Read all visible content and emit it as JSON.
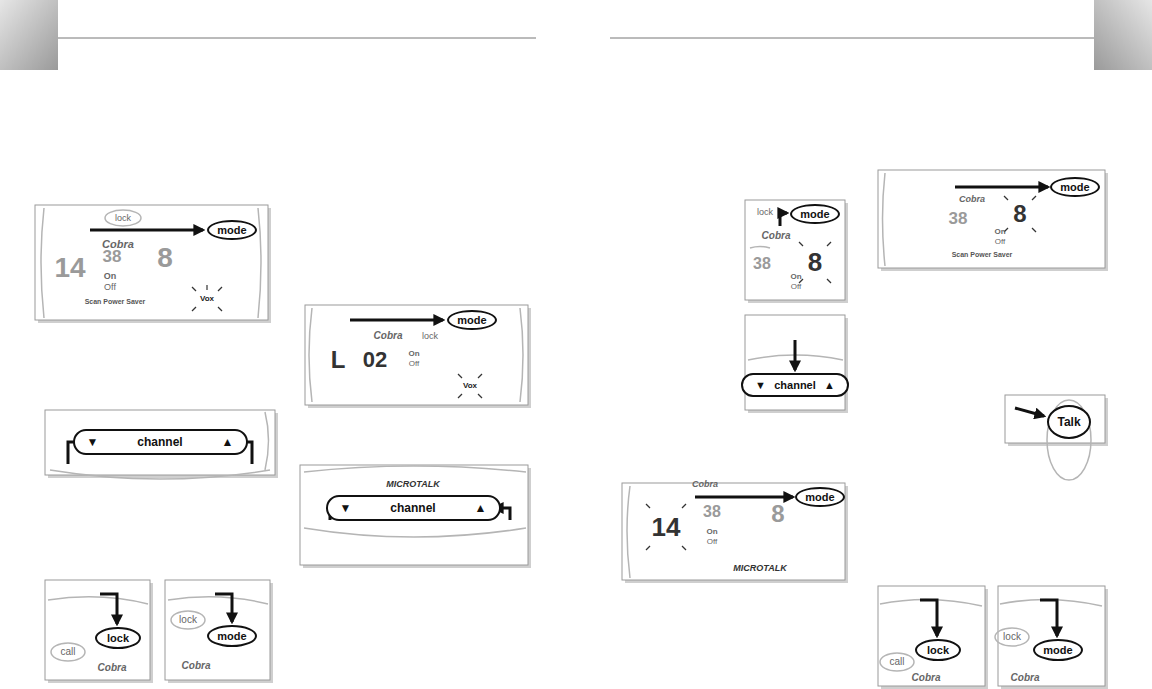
{
  "diagram": {
    "nodes": [
      {
        "text": [
          "mode"
        ]
      },
      {
        "text": [
          "▼",
          "channel",
          "▲"
        ]
      },
      {
        "text": [
          "lock"
        ]
      },
      {
        "text": [
          "mode"
        ]
      },
      {
        "text": [
          "mode"
        ]
      },
      {
        "text": [
          "▼",
          "channel",
          "▲"
        ]
      },
      {
        "text": [
          "mode"
        ]
      },
      {
        "text": [
          "▼",
          "channel",
          "▲"
        ]
      },
      {
        "text": [
          "mode"
        ]
      },
      {
        "text": [
          "mode"
        ]
      },
      {
        "text": [
          "Talk"
        ]
      },
      {
        "text": [
          "lock"
        ]
      },
      {
        "text": [
          "mode"
        ]
      }
    ],
    "labels": [
      "lock",
      "Cobra",
      "14",
      "38",
      "8",
      "On",
      "Off",
      "Vox",
      "Scan Power Saver",
      "call",
      "Cobra",
      "lock",
      "Cobra",
      "lock",
      "Cobra",
      "L",
      "02",
      "On",
      "Off",
      "Vox",
      "MICROTALK",
      "lock",
      "Cobra",
      "38",
      "8",
      "On",
      "Off",
      "Cobra",
      "14",
      "38",
      "8",
      "On",
      "Off",
      "MICROTALK",
      "Cobra",
      "38",
      "8",
      "On",
      "Off",
      "Scan Power Saver",
      "call",
      "Cobra",
      "lock",
      "Cobra"
    ]
  }
}
